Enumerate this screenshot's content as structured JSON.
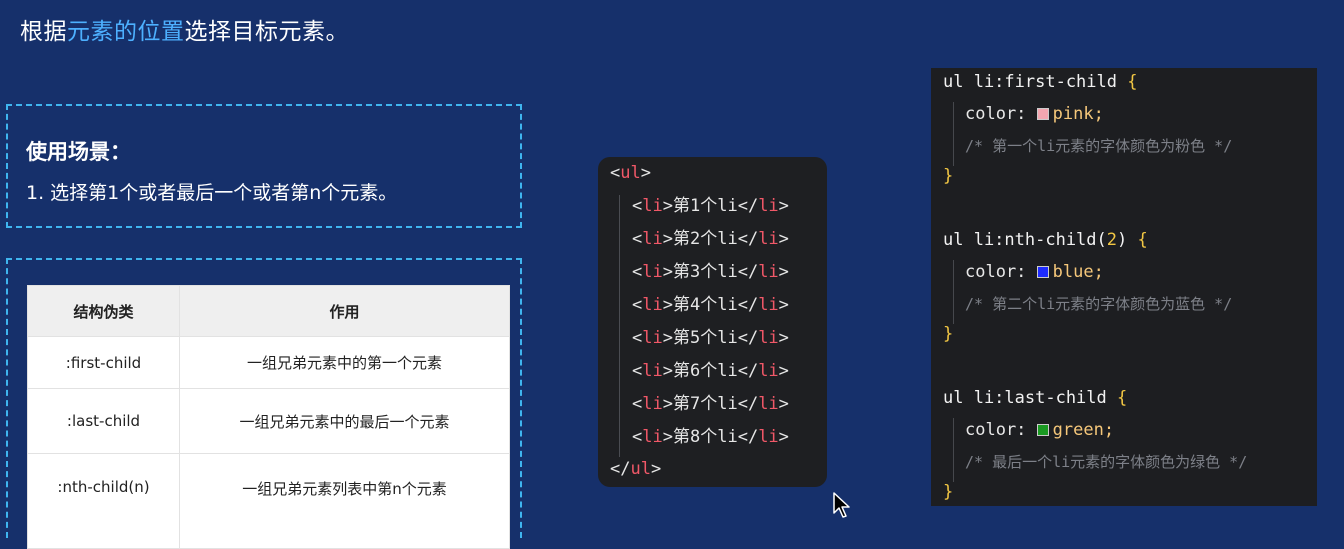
{
  "heading": {
    "pre": "根据",
    "highlight": "元素的位置",
    "post": "选择目标元素。"
  },
  "scene": {
    "title": "使用场景：",
    "item": "1. 选择第1个或者最后一个或者第n个元素。"
  },
  "table": {
    "headers": [
      "结构伪类",
      "作用"
    ],
    "rows": [
      [
        ":first-child",
        "一组兄弟元素中的第一个元素"
      ],
      [
        ":last-child",
        "一组兄弟元素中的最后一个元素"
      ],
      [
        ":nth-child(n)",
        "一组兄弟元素列表中第n个元素"
      ]
    ]
  },
  "html_code": {
    "open_lt": "<",
    "open_tag": "ul",
    "open_gt": ">",
    "items": [
      "第1个li",
      "第2个li",
      "第3个li",
      "第4个li",
      "第5个li",
      "第6个li",
      "第7个li",
      "第8个li"
    ],
    "li_tag": "li",
    "close_lt": "</",
    "close_tag": "ul",
    "close_gt": ">"
  },
  "css_code": {
    "rules": [
      {
        "selector": "ul li:first-child ",
        "selector_num": "",
        "selector_end": "",
        "open": "{",
        "prop": "color: ",
        "value": "pink;",
        "swatch_color": "#f4a6b0",
        "comment": "/* 第一个li元素的字体颜色为粉色 */",
        "close": "}"
      },
      {
        "selector": "ul li:nth-child(",
        "selector_num": "2",
        "selector_end": ") ",
        "open": "{",
        "prop": "color: ",
        "value": "blue;",
        "swatch_color": "#1e2bff",
        "comment": "/* 第二个li元素的字体颜色为蓝色 */",
        "close": "}"
      },
      {
        "selector": "ul li:last-child ",
        "selector_num": "",
        "selector_end": "",
        "open": "{",
        "prop": "color: ",
        "value": "green;",
        "swatch_color": "#1a9a22",
        "comment": "/* 最后一个li元素的字体颜色为绿色 */",
        "close": "}"
      }
    ]
  },
  "colors": {
    "background": "#16306b",
    "highlight": "#4db0ff",
    "dashed_border": "#3fb5ef",
    "tag": "#f05868"
  }
}
